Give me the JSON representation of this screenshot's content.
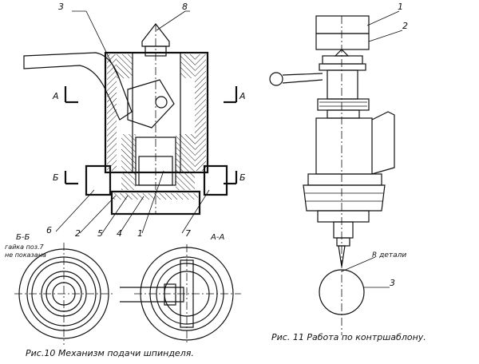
{
  "fig10": {
    "caption": "Рис.10 Механизм подачи шпинделя.",
    "section_bb": "Б-Б",
    "section_note_1": "гайка поз.7",
    "section_note_2": "не показана",
    "section_aa": "А-А",
    "cut_a": "А",
    "cut_b": "Б",
    "parts": [
      "3",
      "8",
      "6",
      "2",
      "5",
      "4",
      "1",
      "7"
    ]
  },
  "fig11": {
    "caption": "Рис. 11 Работа по контршаблону.",
    "part_1": "1",
    "part_2": "2",
    "part_3": "3",
    "r_label": "R детали"
  },
  "colors": {
    "ink": "#111111",
    "paper": "#ffffff",
    "hatch": "#222222"
  }
}
